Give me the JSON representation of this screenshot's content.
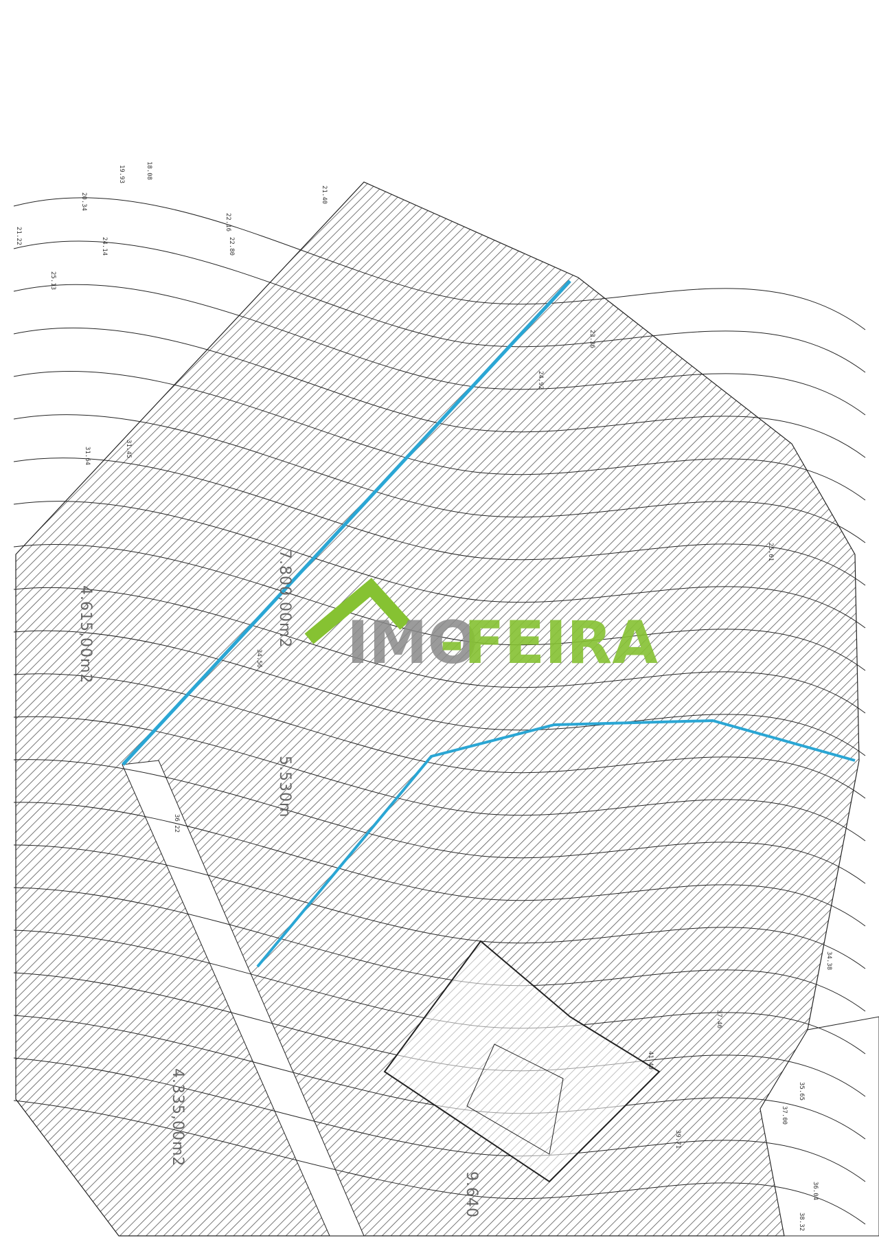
{
  "plan": {
    "areas": [
      {
        "label": "4.615,00m2"
      },
      {
        "label": "7.800,00m2"
      },
      {
        "label": "5.530m"
      },
      {
        "label": "4.335,00m2"
      },
      {
        "label": "9.640"
      }
    ],
    "elevations": [
      "19.93",
      "18.08",
      "20.34",
      "21.22",
      "24.14",
      "25.13",
      "22.16",
      "22.80",
      "21.40",
      "31.64",
      "31.45",
      "34.56",
      "35.65",
      "37.00",
      "36.04",
      "38.32",
      "34.38",
      "37.46",
      "39.71",
      "24.92",
      "23.36",
      "25.61",
      "36.22",
      "41.49"
    ],
    "colors": {
      "boundary_line": "#2aa6d4",
      "hatch": "#555555",
      "contour": "#222222"
    }
  },
  "watermark": {
    "brand_part1": "IMO",
    "brand_part2": "-FEIRA",
    "colors": {
      "grey": "#8a8a8a",
      "green": "#86c232"
    }
  }
}
